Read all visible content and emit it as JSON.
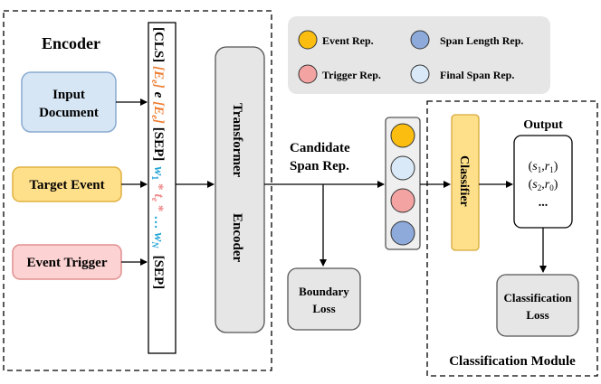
{
  "encoder": {
    "title": "Encoder",
    "inputs": {
      "document": [
        "Input",
        "Document"
      ],
      "target_event": "Target Event",
      "event_trigger": "Event Trigger"
    },
    "sequence": {
      "cls": "[CLS]",
      "e_open_1": "[E",
      "e_sub_1": "e",
      "e_close_1": "]",
      "e_mid": "e",
      "e_open_2": "[E",
      "e_sub_2": "e",
      "e_close_2": "]",
      "sep1": "[SEP]",
      "w1": "w",
      "w1_sub": "1",
      "star1": " *",
      "te": "t",
      "te_sub": "e",
      "star2": " *",
      "dots": "…",
      "wN": "w",
      "wN_sub": "N",
      "sep2": "[SEP]"
    },
    "transformer": [
      "Transformer",
      "Encoder"
    ]
  },
  "legend": {
    "event_rep": "Event Rep.",
    "span_length_rep": "Span Length Rep.",
    "trigger_rep": "Trigger Rep.",
    "final_span_rep": "Final Span Rep."
  },
  "candidate_label": [
    "Candidate",
    "Span Rep."
  ],
  "boundary_loss": [
    "Boundary",
    "Loss"
  ],
  "classification_module": {
    "title": "Classification Module",
    "classifier": "Classifier",
    "output_title": "Output",
    "output_row1": {
      "s": "s",
      "s_sub": "1",
      "r": "r",
      "r_sub": "1"
    },
    "output_row2": {
      "s": "s",
      "s_sub": "2",
      "r": "r",
      "r_sub": "0"
    },
    "output_dots": "...",
    "classification_loss": [
      "Classification",
      "Loss"
    ]
  },
  "colors": {
    "event": "#fbbe10",
    "trigger": "#f4a3a3",
    "span_length": "#8eaadb",
    "final_span": "#d9e9f7",
    "doc_box": "#d6e6f5",
    "target_box": "#ffe08a",
    "trigger_box": "#fcd2d2",
    "gray_box": "#e6e6e6",
    "orange_text": "#ed7d31",
    "cyan_text": "#27a6d6",
    "pink_text": "#ee8a8a"
  }
}
